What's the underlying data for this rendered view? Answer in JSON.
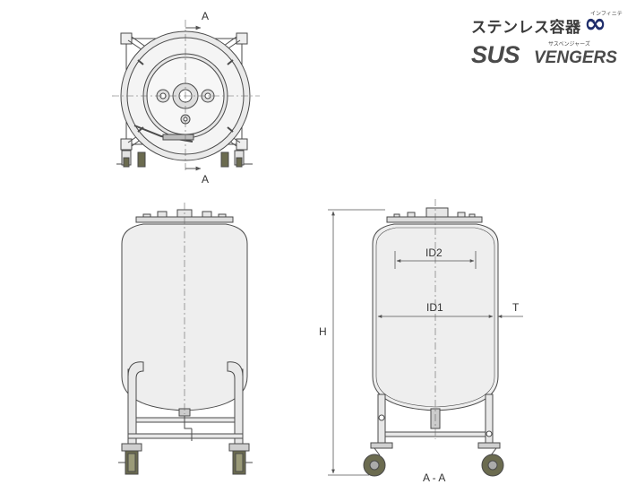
{
  "brand": {
    "product_jp": "ステンレス容器",
    "times": "×",
    "infinity_kana": "インフィニティ",
    "infinity_symbol": "∞",
    "sus": "SUS",
    "vengers": "VENGERS",
    "vengers_kana": "サスベンジャーズ"
  },
  "labels": {
    "section_top": "A",
    "section_bottom": "A",
    "id2": "ID2",
    "id1": "ID1",
    "thickness": "T",
    "height": "H",
    "section_view": "A - A"
  },
  "colors": {
    "line": "#4a4a4a",
    "tank_fill": "#ececec",
    "rim_fill": "#d8d8d8",
    "wheel_fill": "#6b6b4f",
    "dim": "#555555"
  }
}
